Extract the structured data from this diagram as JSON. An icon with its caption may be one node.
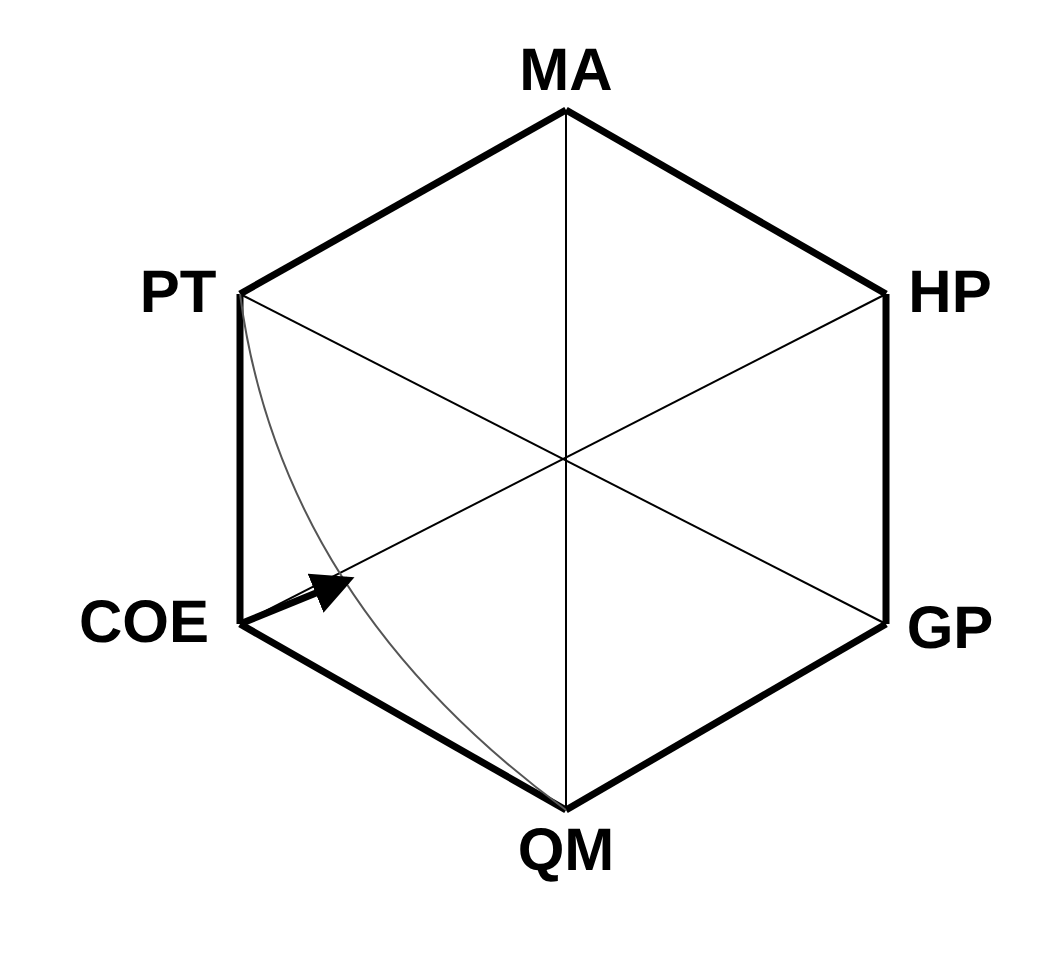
{
  "diagram": {
    "nodes": [
      {
        "text": [
          "MA"
        ]
      },
      {
        "text": [
          "PT"
        ]
      },
      {
        "text": [
          "HP"
        ]
      },
      {
        "text": [
          "COE"
        ]
      },
      {
        "text": [
          "GP"
        ]
      },
      {
        "text": [
          "QM"
        ]
      }
    ],
    "edges": [
      {
        "from": 0,
        "to": 2,
        "arrow": "none"
      },
      {
        "from": 2,
        "to": 4,
        "arrow": "none"
      },
      {
        "from": 4,
        "to": 5,
        "arrow": "none"
      },
      {
        "from": 5,
        "to": 3,
        "arrow": "none"
      },
      {
        "from": 3,
        "to": 1,
        "arrow": "none"
      },
      {
        "from": 1,
        "to": 0,
        "arrow": "none"
      },
      {
        "from": 0,
        "to": 5,
        "arrow": "none"
      },
      {
        "from": 1,
        "to": 4,
        "arrow": "none"
      },
      {
        "from": 2,
        "to": 3,
        "arrow": "none"
      },
      {
        "from": 1,
        "to": 5,
        "arrow": "none",
        "color": "#555555"
      },
      {
        "from": 3,
        "to": null,
        "arrow": "to"
      }
    ]
  }
}
